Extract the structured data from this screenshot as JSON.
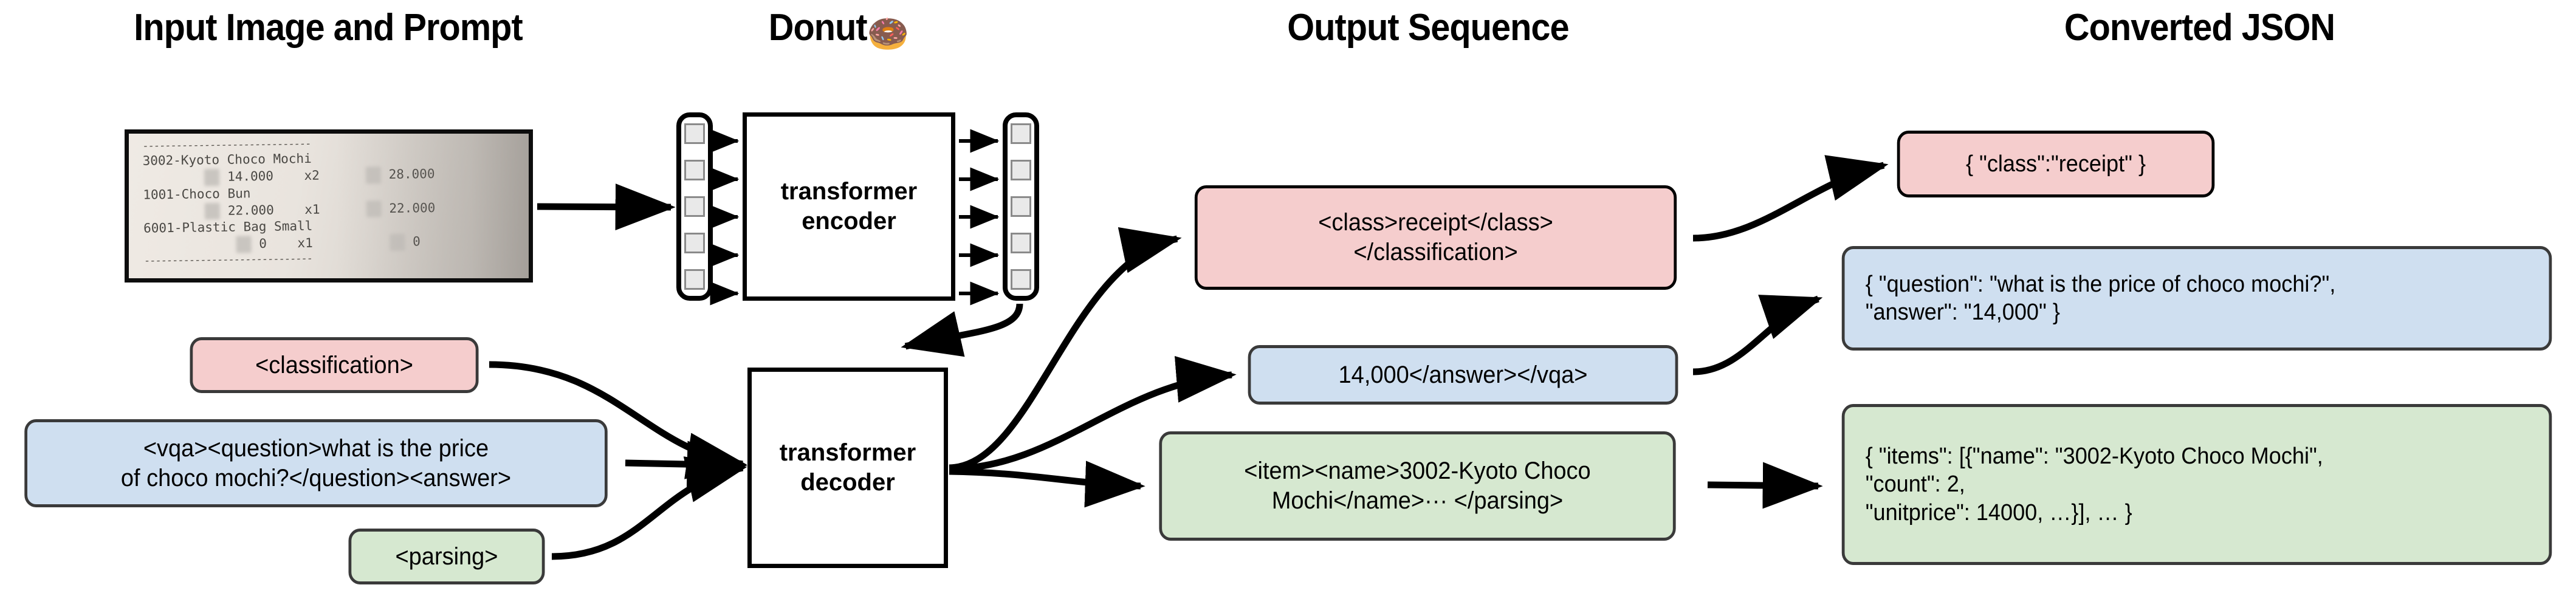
{
  "headings": {
    "input": "Input Image and Prompt",
    "donut": "Donut",
    "donut_emoji": "🍩",
    "output": "Output Sequence",
    "json": "Converted JSON"
  },
  "receipt": {
    "alt": "photo of a printed store receipt",
    "divider_top": "------------------------------",
    "divider_bottom": "------------------------------",
    "lines": [
      {
        "name": "3002-Kyoto Choco Mochi",
        "unitprice": "14.000",
        "count": "x2",
        "total": "28.000"
      },
      {
        "name": "1001-Choco Bun",
        "unitprice": "22.000",
        "count": "x1",
        "total": "22.000"
      },
      {
        "name": "6001-Plastic Bag Small",
        "unitprice": "0",
        "count": "x1",
        "total": "0"
      }
    ]
  },
  "model": {
    "encoder_label": "transformer\nencoder",
    "decoder_label": "transformer\ndecoder",
    "encoder_input_tokens": 5,
    "encoder_output_tokens": 5
  },
  "prompts": [
    {
      "id": "classification",
      "text": "<classification>",
      "color": "#f5cdcd"
    },
    {
      "id": "vqa",
      "text": "<vqa><question>what is the price\nof choco mochi?</question><answer>",
      "color": "#cfdff0"
    },
    {
      "id": "parsing",
      "text": "<parsing>",
      "color": "#d6e8d0"
    }
  ],
  "outputs": [
    {
      "id": "classification",
      "text": "<class>receipt</class>\n</classification>",
      "color": "#f5cdcd"
    },
    {
      "id": "vqa",
      "text": "14,000</answer></vqa>",
      "color": "#cfdff0"
    },
    {
      "id": "parsing",
      "text": "<item><name>3002-Kyoto Choco\nMochi</name>··· </parsing>",
      "color": "#d6e8d0"
    }
  ],
  "json_results": [
    {
      "id": "classification",
      "text": "{ \"class\":\"receipt\" }",
      "color": "#f5cdcd"
    },
    {
      "id": "vqa",
      "text": "{ \"question\": \"what is the price of choco mochi?\",\n   \"answer\": \"14,000\" }",
      "color": "#cfdff0"
    },
    {
      "id": "parsing",
      "text": "{ \"items\": [{\"name\": \"3002-Kyoto Choco Mochi\",\n     \"count\": 2,\n     \"unitprice\": 14000, …}], … }",
      "color": "#d6e8d0"
    }
  ],
  "colors": {
    "pink": "#f5cdcd",
    "blue": "#cfdff0",
    "green": "#d6e8d0",
    "stroke": "#000000",
    "box_border": "#3a3a3a",
    "token_fill": "#e9e9e9"
  }
}
